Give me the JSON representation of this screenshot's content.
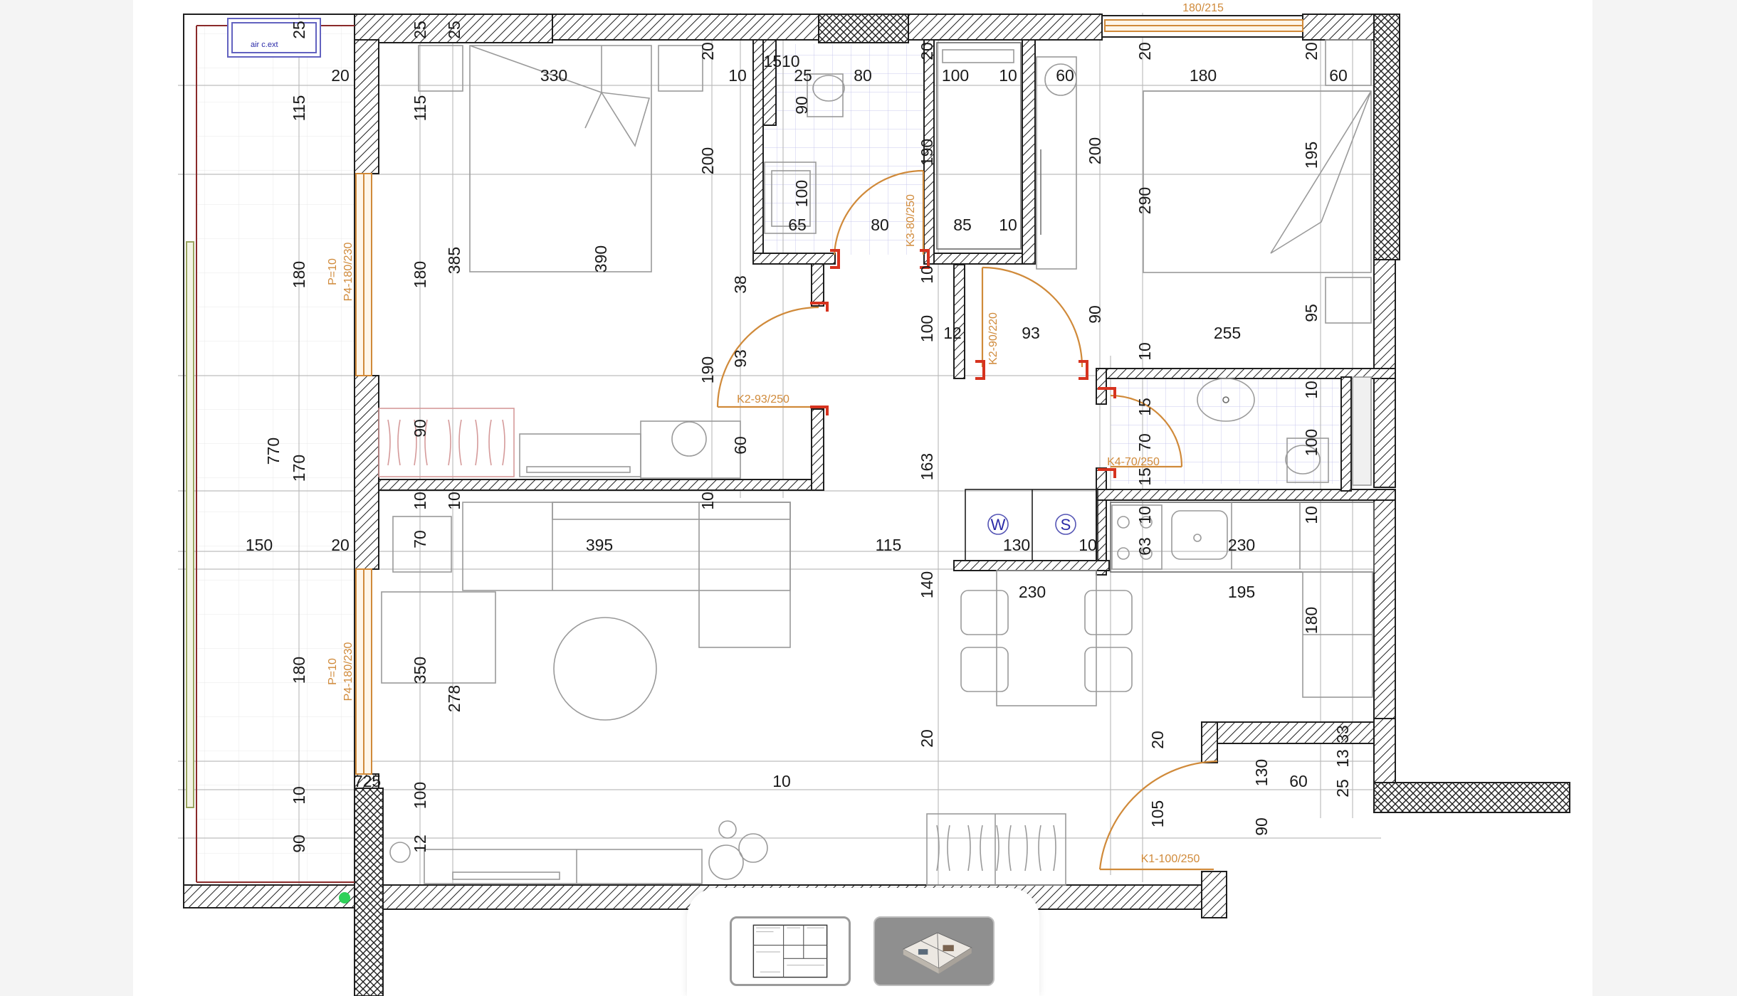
{
  "plan": {
    "dimensions": [
      {
        "id": "d1",
        "text": "25"
      },
      {
        "id": "d2",
        "text": "25"
      },
      {
        "id": "d3",
        "text": "25"
      },
      {
        "id": "d4",
        "text": "20"
      },
      {
        "id": "d5",
        "text": "330"
      },
      {
        "id": "d6",
        "text": "20"
      },
      {
        "id": "d7",
        "text": "10"
      },
      {
        "id": "d8",
        "text": "1510"
      },
      {
        "id": "d9",
        "text": "25"
      },
      {
        "id": "d10",
        "text": "80"
      },
      {
        "id": "d11",
        "text": "20"
      },
      {
        "id": "d12",
        "text": "100"
      },
      {
        "id": "d13",
        "text": "10"
      },
      {
        "id": "d14",
        "text": "60"
      },
      {
        "id": "d15",
        "text": "20"
      },
      {
        "id": "d16",
        "text": "180"
      },
      {
        "id": "d17",
        "text": "20"
      },
      {
        "id": "d18",
        "text": "60"
      },
      {
        "id": "d19",
        "text": "115"
      },
      {
        "id": "d20",
        "text": "115"
      },
      {
        "id": "d21",
        "text": "90"
      },
      {
        "id": "d22",
        "text": "200"
      },
      {
        "id": "d23",
        "text": "190"
      },
      {
        "id": "d24",
        "text": "200"
      },
      {
        "id": "d25",
        "text": "195"
      },
      {
        "id": "d26",
        "text": "100"
      },
      {
        "id": "d27",
        "text": "290"
      },
      {
        "id": "d28",
        "text": "65"
      },
      {
        "id": "d29",
        "text": "80"
      },
      {
        "id": "d30",
        "text": "85"
      },
      {
        "id": "d31",
        "text": "10"
      },
      {
        "id": "d32",
        "text": "180"
      },
      {
        "id": "d33",
        "text": "180"
      },
      {
        "id": "d34",
        "text": "385"
      },
      {
        "id": "d35",
        "text": "390"
      },
      {
        "id": "d36",
        "text": "38"
      },
      {
        "id": "d37",
        "text": "10"
      },
      {
        "id": "d38",
        "text": "90"
      },
      {
        "id": "d39",
        "text": "95"
      },
      {
        "id": "d40",
        "text": "100"
      },
      {
        "id": "d41",
        "text": "12"
      },
      {
        "id": "d42",
        "text": "93"
      },
      {
        "id": "d43",
        "text": "255"
      },
      {
        "id": "d44",
        "text": "93"
      },
      {
        "id": "d45",
        "text": "190"
      },
      {
        "id": "d46",
        "text": "10"
      },
      {
        "id": "d47",
        "text": "10"
      },
      {
        "id": "d48",
        "text": "15"
      },
      {
        "id": "d49",
        "text": "90"
      },
      {
        "id": "d50",
        "text": "770"
      },
      {
        "id": "d51",
        "text": "170"
      },
      {
        "id": "d52",
        "text": "60"
      },
      {
        "id": "d53",
        "text": "163"
      },
      {
        "id": "d54",
        "text": "70"
      },
      {
        "id": "d55",
        "text": "100"
      },
      {
        "id": "d56",
        "text": "15"
      },
      {
        "id": "d57",
        "text": "10"
      },
      {
        "id": "d58",
        "text": "10"
      },
      {
        "id": "d59",
        "text": "10"
      },
      {
        "id": "d60",
        "text": "10"
      },
      {
        "id": "d61",
        "text": "150"
      },
      {
        "id": "d62",
        "text": "20"
      },
      {
        "id": "d63",
        "text": "70"
      },
      {
        "id": "d64",
        "text": "395"
      },
      {
        "id": "d65",
        "text": "115"
      },
      {
        "id": "d66",
        "text": "130"
      },
      {
        "id": "d67",
        "text": "10"
      },
      {
        "id": "d68",
        "text": "63"
      },
      {
        "id": "d69",
        "text": "230"
      },
      {
        "id": "d70",
        "text": "10"
      },
      {
        "id": "d71",
        "text": "140"
      },
      {
        "id": "d72",
        "text": "230"
      },
      {
        "id": "d73",
        "text": "195"
      },
      {
        "id": "d74",
        "text": "180"
      },
      {
        "id": "d75",
        "text": "180"
      },
      {
        "id": "d76",
        "text": "350"
      },
      {
        "id": "d77",
        "text": "278"
      },
      {
        "id": "d78",
        "text": "20"
      },
      {
        "id": "d79",
        "text": "33"
      },
      {
        "id": "d80",
        "text": "20"
      },
      {
        "id": "d81",
        "text": "13"
      },
      {
        "id": "d82",
        "text": "130"
      },
      {
        "id": "d83",
        "text": "60"
      },
      {
        "id": "d84",
        "text": "25"
      },
      {
        "id": "d85",
        "text": "725"
      },
      {
        "id": "d86",
        "text": "10"
      },
      {
        "id": "d87",
        "text": "10"
      },
      {
        "id": "d88",
        "text": "100"
      },
      {
        "id": "d89",
        "text": "105"
      },
      {
        "id": "d90",
        "text": "90"
      },
      {
        "id": "d91",
        "text": "90"
      },
      {
        "id": "d92",
        "text": "12"
      }
    ],
    "annotations": {
      "window_top": "180/215",
      "window_left_1_p": "P=10",
      "window_left_1_type": "P4-180/230",
      "window_left_2_p": "P=10",
      "window_left_2_type": "P4-180/230",
      "door_k3": "K3-80/250",
      "door_k2_left": "K2-93/250",
      "door_k2_right": "K2-90/220",
      "door_k4": "K4-70/250",
      "door_k1": "K1-100/250"
    },
    "labels": {
      "air_unit": "air c.ext",
      "washer": "W",
      "dryer": "S"
    }
  },
  "view_switcher": {
    "thumb_2d": "2d-plan-thumbnail",
    "thumb_3d": "3d-model-thumbnail"
  }
}
